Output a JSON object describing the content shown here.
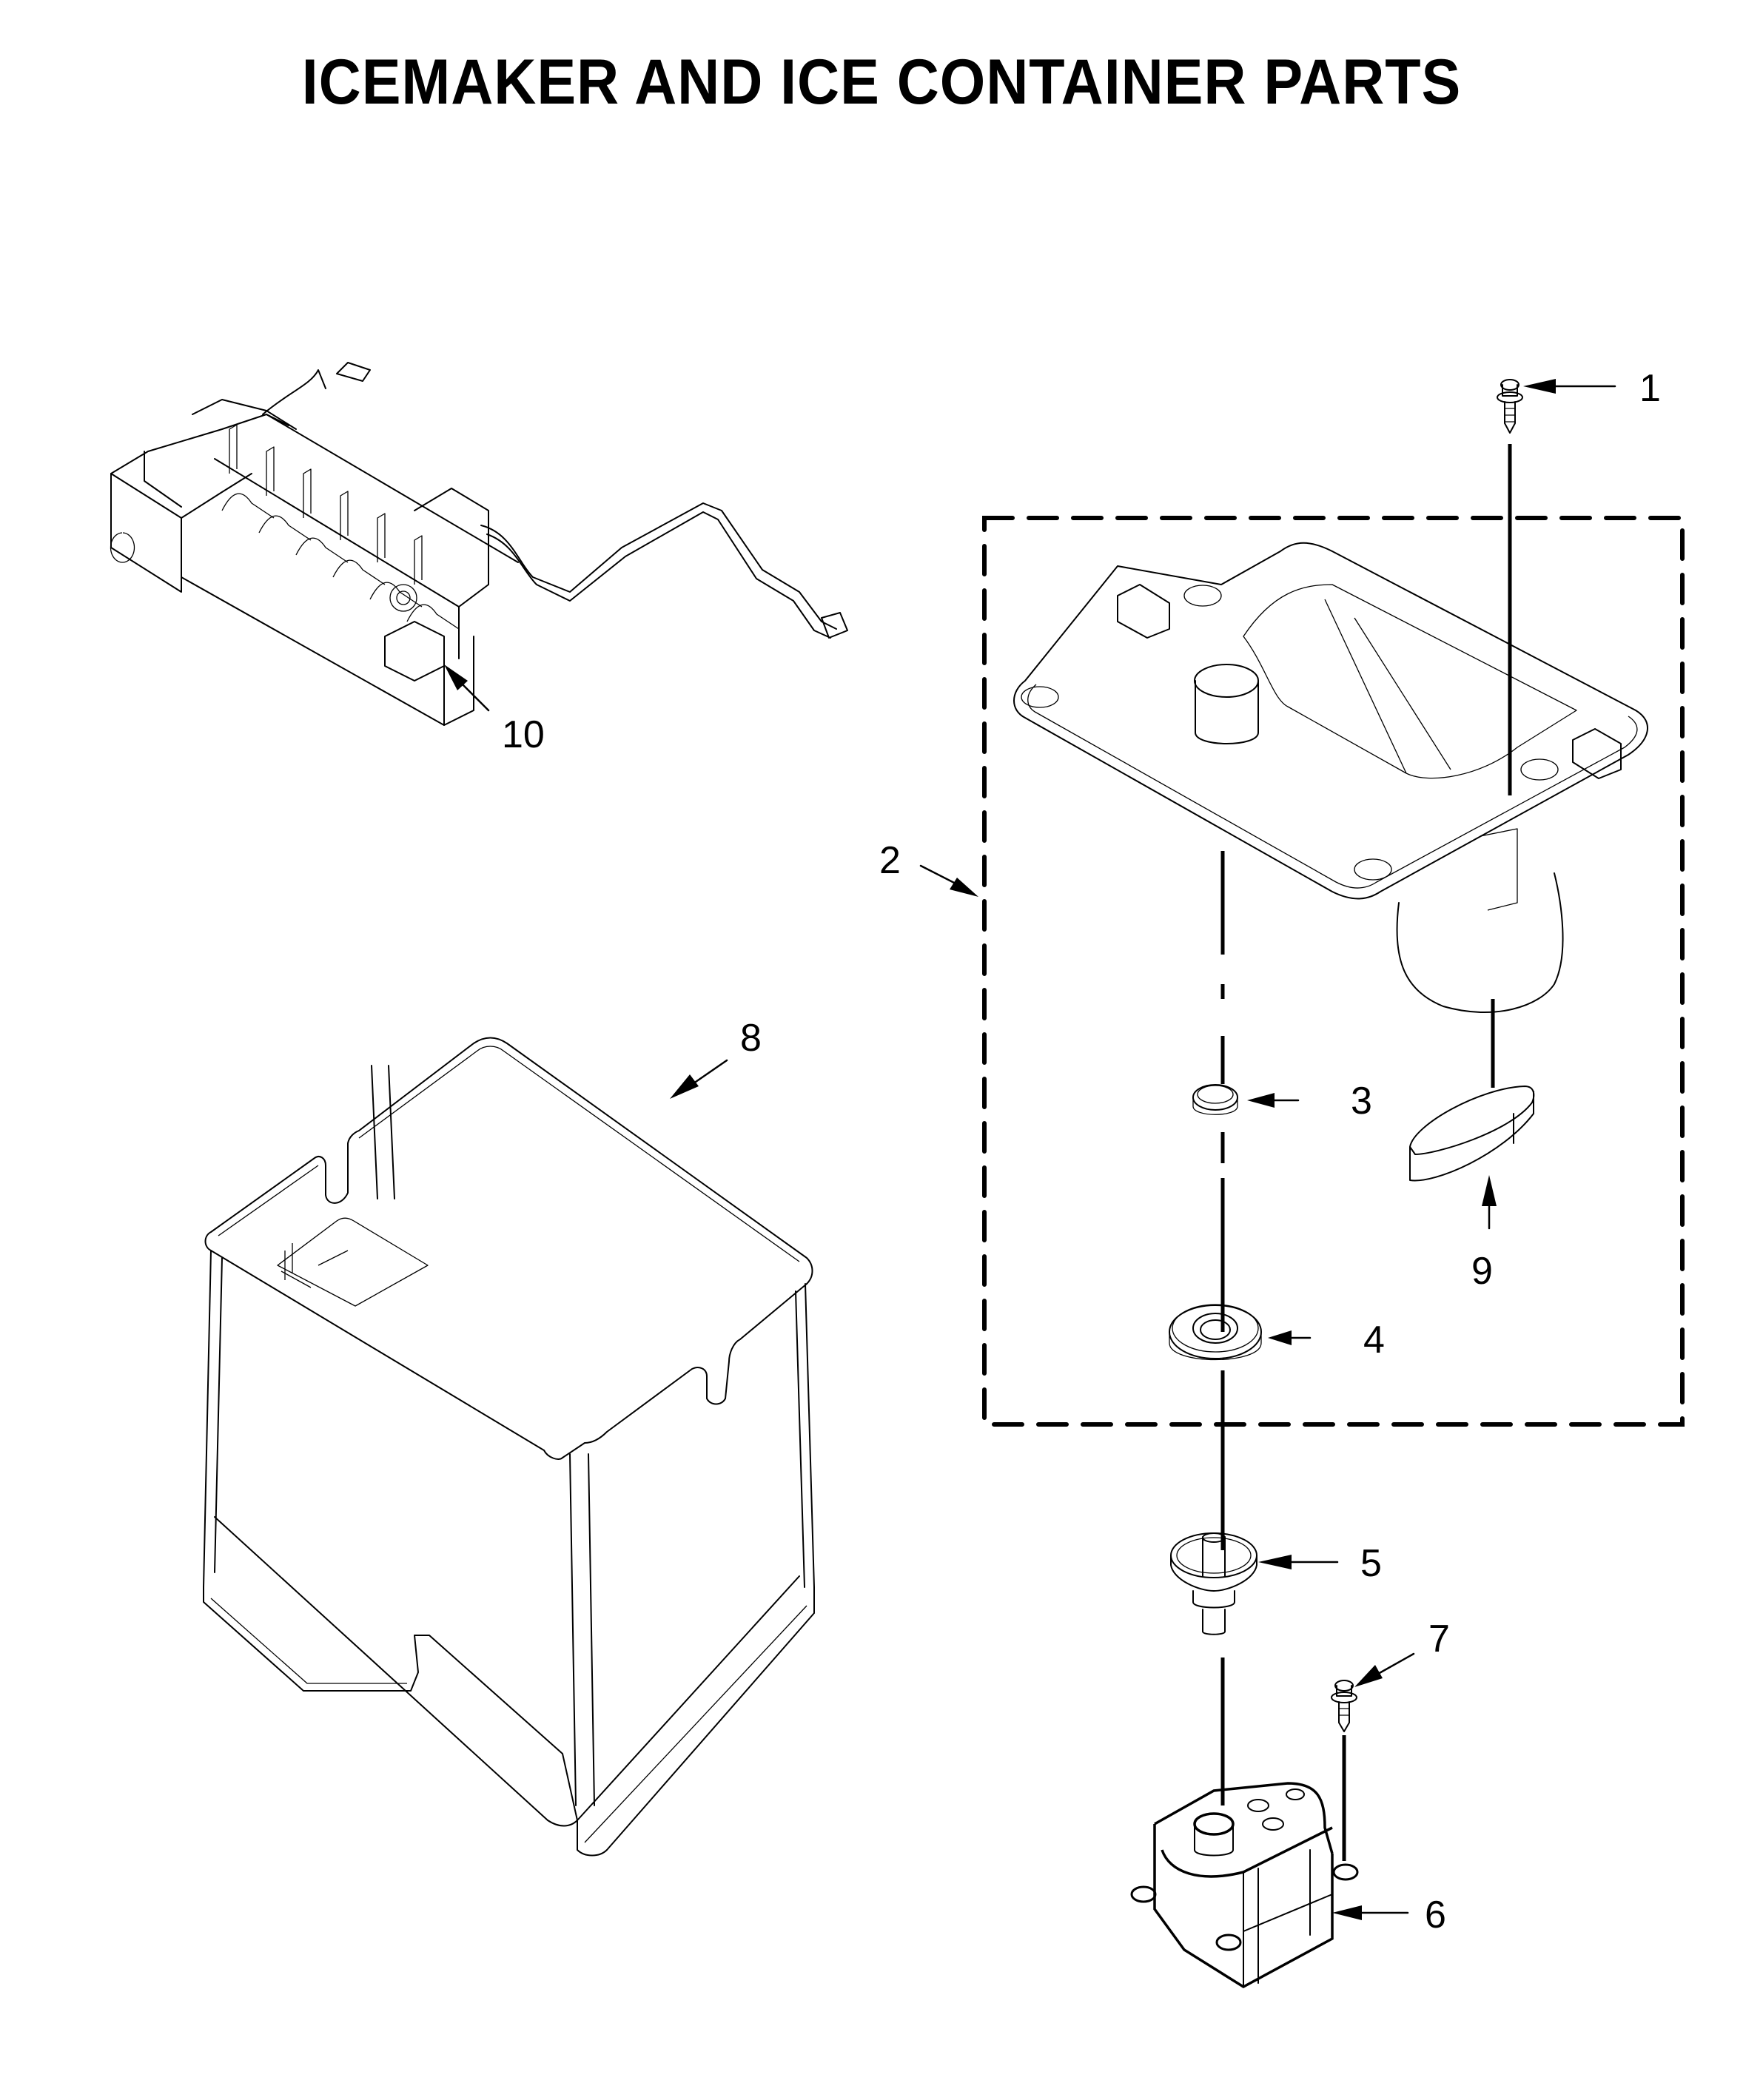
{
  "title": "ICEMAKER AND ICE CONTAINER PARTS",
  "callouts": [
    {
      "number": "1",
      "part": "screw"
    },
    {
      "number": "2",
      "part": "ice-chute-assembly"
    },
    {
      "number": "3",
      "part": "bushing"
    },
    {
      "number": "4",
      "part": "bearing-seal"
    },
    {
      "number": "5",
      "part": "auger-coupler"
    },
    {
      "number": "6",
      "part": "auger-motor"
    },
    {
      "number": "7",
      "part": "screw"
    },
    {
      "number": "8",
      "part": "ice-container"
    },
    {
      "number": "9",
      "part": "gasket-band"
    },
    {
      "number": "10",
      "part": "icemaker"
    }
  ]
}
